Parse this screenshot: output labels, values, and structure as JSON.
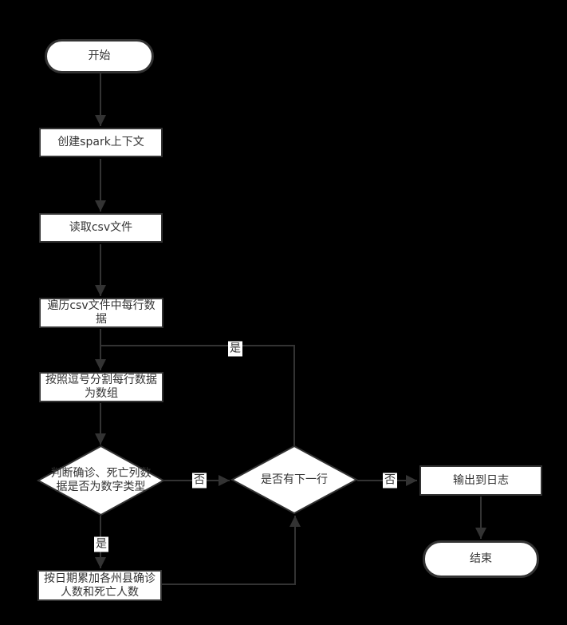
{
  "flowchart": {
    "background_color": "#000000",
    "node_fill_color": "#ffffff",
    "stroke_color": "#333333",
    "text_color": "#333333",
    "nodes": {
      "start": {
        "label": "开始",
        "type": "terminator"
      },
      "create_spark_context": {
        "label": "创建spark上下文",
        "type": "process"
      },
      "read_csv_file": {
        "label": "读取csv文件",
        "type": "process"
      },
      "iterate_rows": {
        "label": "遍历csv文件中每行数\n据",
        "type": "process"
      },
      "split_by_comma": {
        "label": "按照逗号分割每行数据\n为数组",
        "type": "process"
      },
      "check_numeric": {
        "label": "判断确诊、死亡列数\n据是否为数字类型",
        "type": "decision"
      },
      "accumulate_by_date": {
        "label": "按日期累加各州县确诊\n人数和死亡人数",
        "type": "process"
      },
      "has_next_row": {
        "label": "是否有下一行",
        "type": "decision"
      },
      "output_to_log": {
        "label": "输出到日志",
        "type": "process"
      },
      "end": {
        "label": "结束",
        "type": "terminator"
      }
    },
    "edge_labels": {
      "loop_yes": "是",
      "check_numeric_no": "否",
      "check_numeric_yes": "是",
      "has_next_row_no": "否"
    }
  }
}
